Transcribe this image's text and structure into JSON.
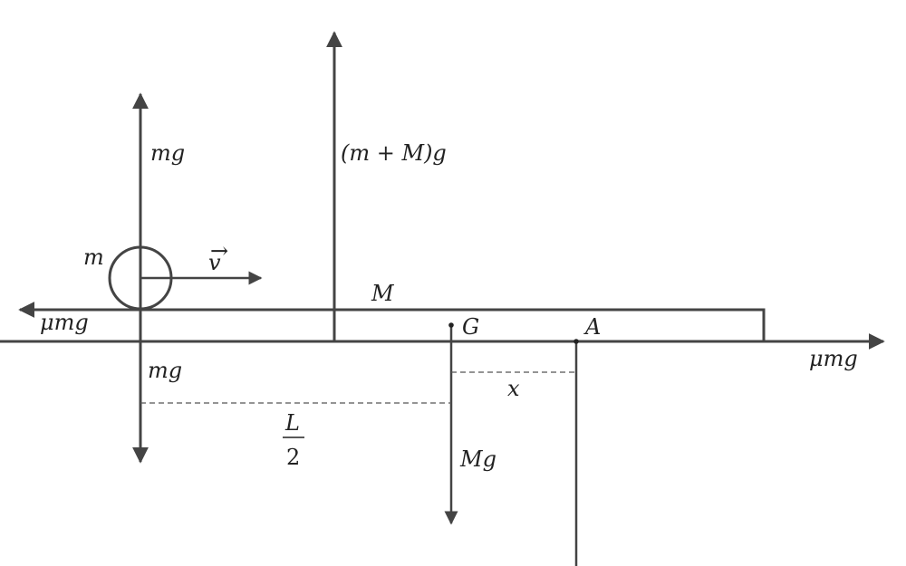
{
  "diagram": {
    "labels": {
      "mg_up": "mg",
      "mg_down": "mg",
      "normal_total": "(m + M)g",
      "mass_m": "m",
      "velocity": "v",
      "mass_M": "M",
      "friction_left": "μmg",
      "friction_right": "μmg",
      "point_G": "G",
      "point_A": "A",
      "distance_x": "x",
      "half_length_num": "L",
      "half_length_den": "2",
      "weight_Mg": "Mg"
    },
    "colors": {
      "stroke": "#444444",
      "text": "#222222"
    }
  }
}
